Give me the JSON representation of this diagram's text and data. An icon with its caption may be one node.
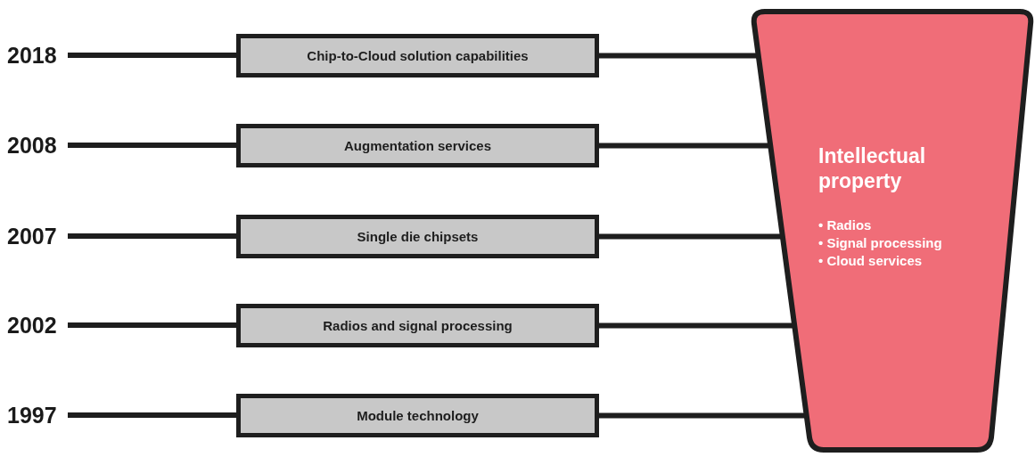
{
  "diagram": {
    "nodes": [
      {
        "text": [
          "2018"
        ]
      },
      {
        "text": [
          "Chip-to-Cloud solution capabilities"
        ]
      },
      {
        "text": [
          "2008"
        ]
      },
      {
        "text": [
          "Augmentation services"
        ]
      },
      {
        "text": [
          "2007"
        ]
      },
      {
        "text": [
          "Single die chipsets"
        ]
      },
      {
        "text": [
          "2002"
        ]
      },
      {
        "text": [
          "Radios and signal processing"
        ]
      },
      {
        "text": [
          "1997"
        ]
      },
      {
        "text": [
          "Module technology"
        ]
      },
      {
        "text": [
          "Intellectual property",
          "• Radios",
          "• Signal processing",
          "• Cloud services"
        ]
      }
    ],
    "edges": [
      {
        "from": 0,
        "to": 1,
        "arrow": "none"
      },
      {
        "from": 1,
        "to": 10,
        "arrow": "none"
      },
      {
        "from": 2,
        "to": 3,
        "arrow": "none"
      },
      {
        "from": 3,
        "to": 10,
        "arrow": "none"
      },
      {
        "from": 4,
        "to": 5,
        "arrow": "none"
      },
      {
        "from": 5,
        "to": 10,
        "arrow": "none"
      },
      {
        "from": 6,
        "to": 7,
        "arrow": "none"
      },
      {
        "from": 7,
        "to": 10,
        "arrow": "none"
      },
      {
        "from": 8,
        "to": 9,
        "arrow": "none"
      },
      {
        "from": 9,
        "to": 10,
        "arrow": "none"
      }
    ]
  }
}
